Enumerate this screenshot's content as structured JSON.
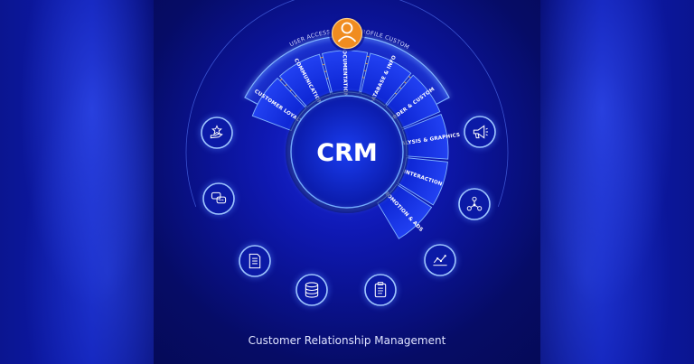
{
  "center": {
    "label": "CRM"
  },
  "top": {
    "left_label": "USER ACCESS",
    "right_label": "PROFILE CUSTOM",
    "icon": "user-icon"
  },
  "segments": [
    {
      "label": "CUSTOMER LOYALTY",
      "icon": "hand-star-icon"
    },
    {
      "label": "COMMUNICATION",
      "icon": "chat-icon"
    },
    {
      "label": "DOCUMENTATION",
      "icon": "document-icon"
    },
    {
      "label": "DATABASE & INFO",
      "icon": "database-icon"
    },
    {
      "label": "ORDER & CUSTOM",
      "icon": "clipboard-icon"
    },
    {
      "label": "ANALYSIS & GRAPHICS",
      "icon": "line-chart-icon"
    },
    {
      "label": "INTERACTION",
      "icon": "network-icon"
    },
    {
      "label": "PROMOTION & ADS",
      "icon": "megaphone-icon"
    }
  ],
  "caption": "Customer Relationship Management",
  "colors": {
    "accent": "#f39a28",
    "glow": "#6fa8ff",
    "panel": "#0a1290"
  }
}
